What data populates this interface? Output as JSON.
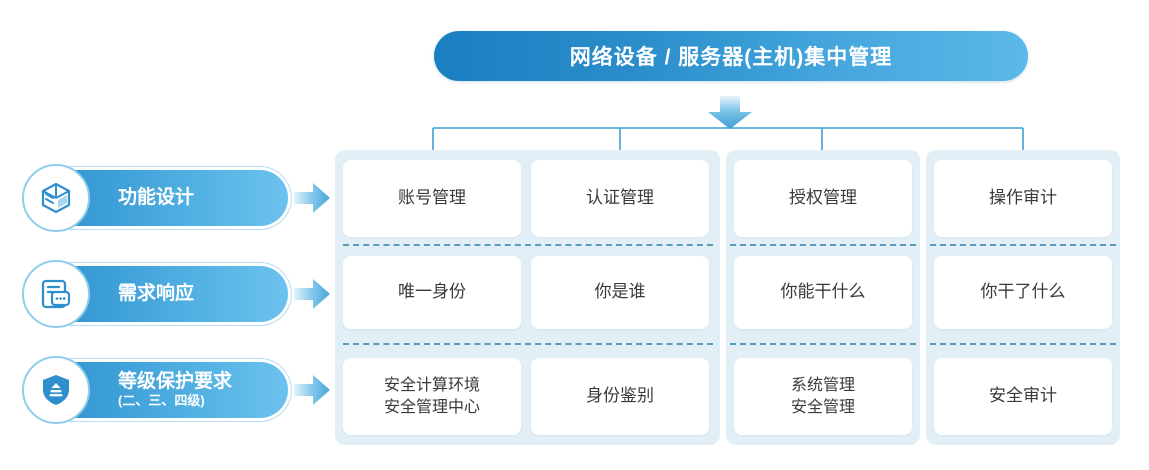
{
  "header": {
    "title": "网络设备 / 服务器(主机)集中管理",
    "arrow_icon": "arrow-down-icon"
  },
  "colors": {
    "brand_blue_dark": "#1b7ec1",
    "brand_blue_light": "#5bb8e8",
    "panel_bg": "#e2eff7",
    "cell_bg": "#ffffff",
    "divider": "#2f7fa8",
    "node_dot": "#1878b4",
    "text_dark": "#3a3a3a",
    "text_white": "#ffffff"
  },
  "rows": [
    {
      "id": "function-design",
      "label": "功能设计",
      "sublabel": "",
      "icon": "cube-icon",
      "arrow_icon": "arrow-right-icon",
      "cells": [
        "账号管理",
        "认证管理",
        "授权管理",
        "操作审计"
      ]
    },
    {
      "id": "requirement-response",
      "label": "需求响应",
      "sublabel": "",
      "icon": "document-chat-icon",
      "arrow_icon": "arrow-right-icon",
      "cells": [
        "唯一身份",
        "你是谁",
        "你能干什么",
        "你干了什么"
      ]
    },
    {
      "id": "classified-protection",
      "label": "等级保护要求",
      "sublabel": "(二、三、四级)",
      "icon": "shield-icon",
      "arrow_icon": "arrow-right-icon",
      "cells": [
        "安全计算环境\n安全管理中心",
        "身份鉴别",
        "系统管理\n安全管理",
        "安全审计"
      ]
    }
  ],
  "connector": {
    "node_count": 4,
    "node_label": "branch-node"
  }
}
